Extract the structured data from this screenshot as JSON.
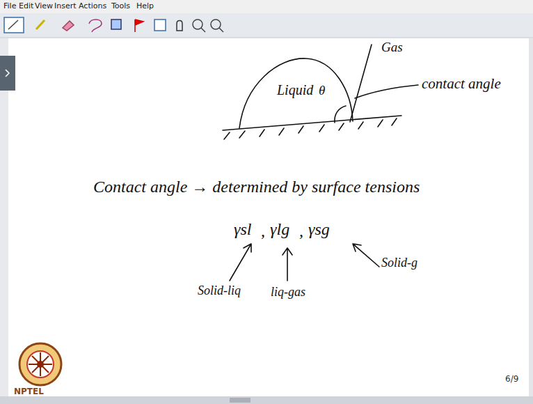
{
  "diagram": {
    "labels": [
      "File",
      "Edit",
      "View",
      "Insert",
      "Actions",
      "Tools",
      "Help",
      "Gas",
      "Liquid",
      "θ",
      "contact angle",
      "Contact angle → determined by surface tensions",
      "γsl",
      ",",
      "γlg",
      ",",
      "γsg",
      "Solid-liq",
      "liq-gas",
      "Solid-g",
      "NPTEL",
      "6/9"
    ]
  }
}
